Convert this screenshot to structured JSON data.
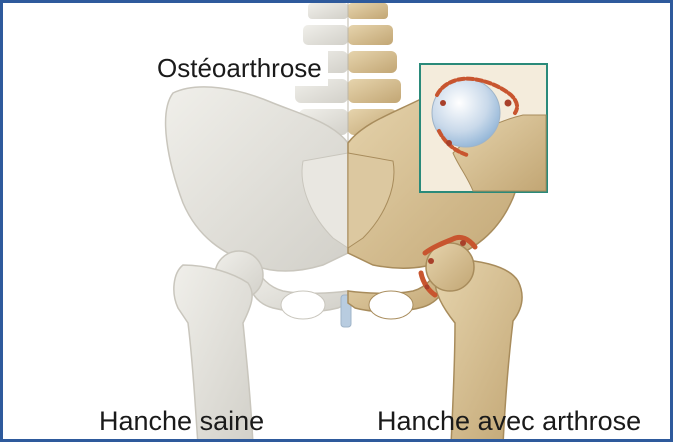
{
  "title": "Ostéoarthrose",
  "labels": {
    "healthy": "Hanche saine",
    "arthritic": "Hanche avec arthrose"
  },
  "colors": {
    "frame": "#2e5a9c",
    "inset_frame": "#2a8a7a",
    "healthy_bone": "#e4e2dc",
    "arthritic_bone": "#d8c49c",
    "osteophyte": "#c8552f",
    "cartilage": "#8fb3d6"
  }
}
